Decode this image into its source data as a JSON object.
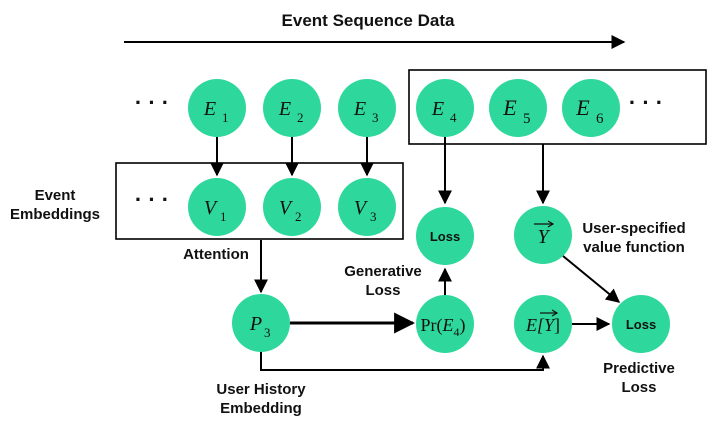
{
  "top_label": "Event Sequence Data",
  "ellipsis": "· · ·",
  "events": [
    {
      "base": "E",
      "sub": "1"
    },
    {
      "base": "E",
      "sub": "2"
    },
    {
      "base": "E",
      "sub": "3"
    },
    {
      "base": "E",
      "sub": "4"
    },
    {
      "base": "E",
      "sub": "5"
    },
    {
      "base": "E",
      "sub": "6"
    }
  ],
  "embeddings": [
    {
      "base": "V",
      "sub": "1"
    },
    {
      "base": "V",
      "sub": "2"
    },
    {
      "base": "V",
      "sub": "3"
    }
  ],
  "event_embeddings_label": [
    "Event",
    "Embeddings"
  ],
  "attention_label": "Attention",
  "history_node": {
    "base": "P",
    "sub": "3"
  },
  "history_label": [
    "User History",
    "Embedding"
  ],
  "loss_node_label": "Loss",
  "generative_label": [
    "Generative",
    "Loss"
  ],
  "pr_node": {
    "prefix": "Pr(",
    "base": "E",
    "sub": "4",
    "suffix": ")"
  },
  "y_node": {
    "base": "Y"
  },
  "value_fn_label": [
    "User-specified",
    "value function"
  ],
  "expect_node": {
    "prefix": "E[",
    "base": "Y",
    "suffix": "]"
  },
  "predictive_loss_node_label": "Loss",
  "predictive_label": [
    "Predictive",
    "Loss"
  ],
  "colors": {
    "node": "#2ed89c",
    "line": "#000000"
  }
}
